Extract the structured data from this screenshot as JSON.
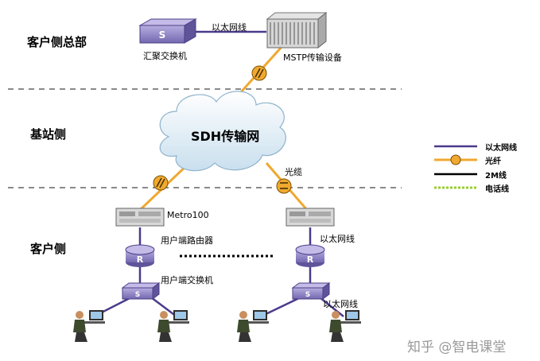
{
  "sections": {
    "hq": "客户侧总部",
    "base": "基站侧",
    "client": "客户侧"
  },
  "devices": {
    "aggregation_switch": "汇聚交换机",
    "mstp": "MSTP传输设备",
    "metro": "Metro100",
    "router": "用户端路由器",
    "user_switch": "用户端交换机"
  },
  "links": {
    "ethernet_top": "以太网线",
    "cable": "光缆",
    "ethernet_right_a": "以太网线",
    "ethernet_right_b": "以太网线"
  },
  "cloud": "SDH传输网",
  "icon_letters": {
    "switch": "S",
    "router": "R"
  },
  "legend": [
    {
      "label": "以太网线",
      "color": "#4b3a8c",
      "style": "solid"
    },
    {
      "label": "光纤",
      "color": "#f0a830",
      "style": "fiber"
    },
    {
      "label": "2M线",
      "color": "#000000",
      "style": "solid"
    },
    {
      "label": "电话线",
      "color": "#9acd32",
      "style": "dotted"
    }
  ],
  "watermark": "知乎 @智电课堂",
  "colors": {
    "ethernet": "#4b3a8c",
    "fiber": "#f0a830",
    "two_m": "#000000",
    "phone": "#9acd32",
    "device_purple": "#8a7fc0",
    "cloud": "#dcebf5"
  }
}
